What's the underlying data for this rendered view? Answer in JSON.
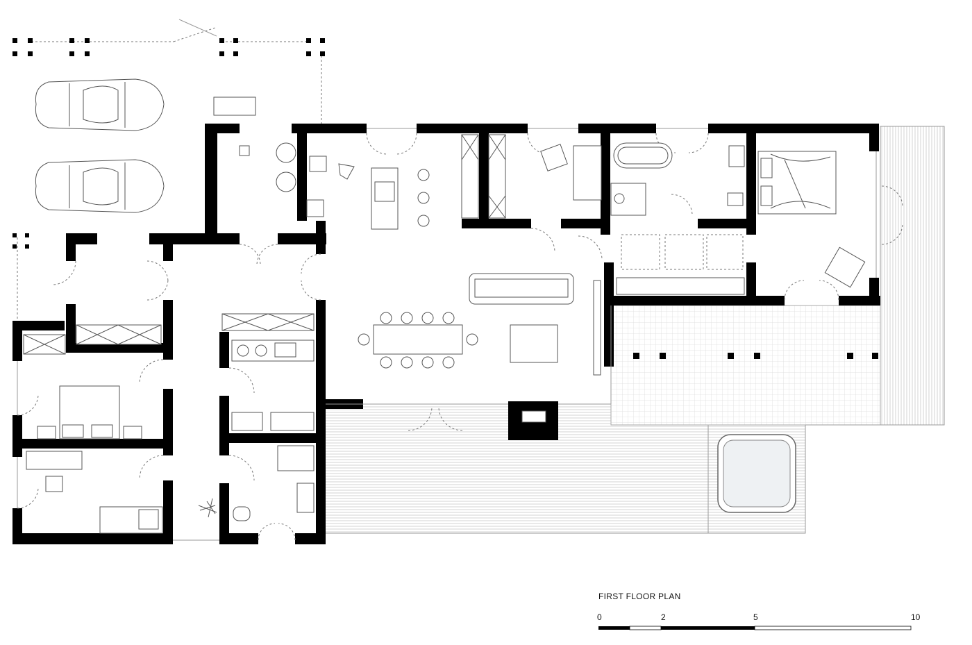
{
  "plan": {
    "title": "FIRST FLOOR PLAN",
    "scale_labels": [
      "0",
      "2",
      "5",
      "10"
    ]
  }
}
